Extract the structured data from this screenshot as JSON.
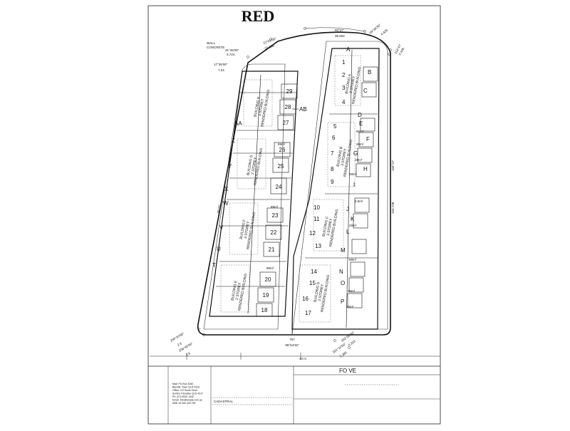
{
  "title": "RED",
  "bearings": {
    "top": "55°27'",
    "top_len": "35.602",
    "top_left": "22°01'00\"",
    "top_left_len": "20.338",
    "wall": "WALL\nCONCRETE",
    "left1": "31°45'00\"",
    "left1_len": "3.724",
    "left2": "17°25'00\"",
    "left2_len": "7.24",
    "left3": "33°42'45\"",
    "right1": "99°34'35\"",
    "right1_len": "4.426",
    "right2": "114°47'",
    "right2_len": "4.426",
    "right_side": "155°27'",
    "right_side_len": "103.738",
    "left_side": "35°27'",
    "bottom": "89°54'45\"",
    "bottom_len": "757",
    "bl1": "250°20'00\"",
    "bl1_len": "2.6",
    "bl2": "206°45'00\"",
    "bl2_len": "2.8",
    "br1": "332°06'00\"",
    "br1_len": "6.222",
    "br2": "321°10'00\"",
    "br2_len": "5.385"
  },
  "left_letters": [
    "AA",
    "Z",
    "Y",
    "X",
    "W",
    "V",
    "U",
    "T"
  ],
  "right_letters": [
    "A",
    "B",
    "C",
    "D",
    "E",
    "F",
    "G",
    "H",
    "I",
    "J",
    "K",
    "L",
    "M",
    "N",
    "O",
    "P"
  ],
  "left_units": [
    "29",
    "28",
    "27",
    "26",
    "25",
    "24",
    "23",
    "22",
    "21",
    "20",
    "19",
    "18"
  ],
  "right_units": [
    "1",
    "2",
    "3",
    "4",
    "5",
    "6",
    "7",
    "8",
    "9",
    "10",
    "11",
    "12",
    "13",
    "14",
    "15",
    "16",
    "17"
  ],
  "ab_label": "AB",
  "buildings": {
    "a": "BUILDING A\n3 STOREY\nRENDERED BUILDING",
    "b": "BUILDING B\n3 STOREY\nRENDERED BUILDING",
    "c": "BUILDING C\n3 STOREY\nRENDERED BUILDING",
    "d": "BUILDING D\n3 STOREY\nRENDERED BUILDING",
    "e": "BUILDING E\n2 STOREY\nRENDERED BUILDING",
    "f": "BUILDING F\n3 STOREY\nRENDERED BUILDING",
    "g": "BUILDING G\n2 STOREY\nRENDERED BUILDING",
    "h": "BUILDING H\n3 STOREY\nRENDERED BUILDING"
  },
  "areas": [
    "89m²",
    "30m²",
    "29m²",
    "28m²",
    "6.5m²",
    "28m²",
    "89m²",
    "30m²",
    "89m²",
    "30m²"
  ],
  "scale": {
    "label": "40 m",
    "ticks": [
      "",
      "",
      "",
      ""
    ]
  },
  "title_block": {
    "heading": "FO          VE",
    "left_block": "Mail: PO Box 3260\nBlaxhill, Town QLD 4226\nOffice: 1/2 Some Drive\nSurfers Paradise QLD 4217\nPh: (07) 5532 1442\nEmail: info@ample.com.au\nABN 15 000 433 750",
    "cadastral": "CADASTRAL"
  }
}
